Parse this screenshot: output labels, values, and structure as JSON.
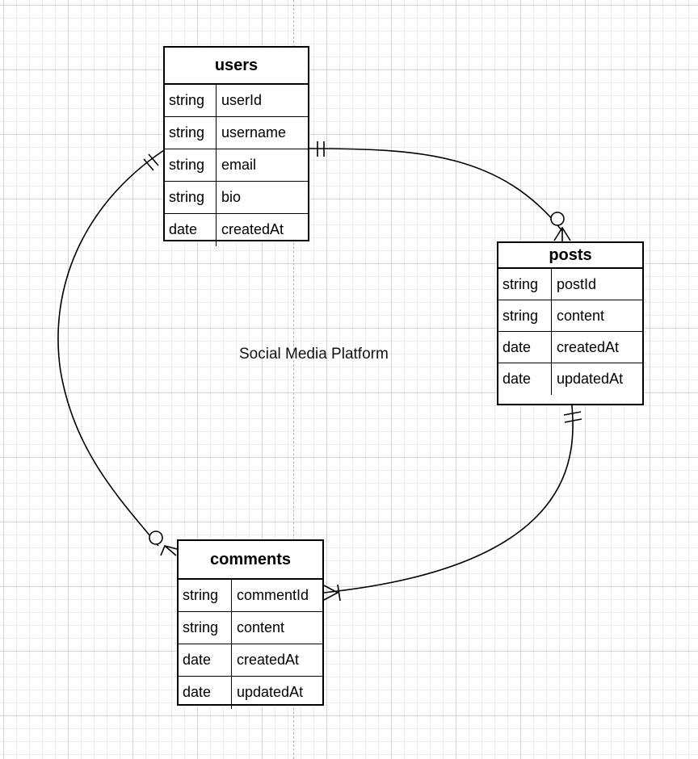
{
  "diagram": {
    "title": "Social Media Platform"
  },
  "entities": {
    "users": {
      "name": "users",
      "fields": [
        {
          "type": "string",
          "name": "userId"
        },
        {
          "type": "string",
          "name": "username"
        },
        {
          "type": "string",
          "name": "email"
        },
        {
          "type": "string",
          "name": "bio"
        },
        {
          "type": "date",
          "name": "createdAt"
        }
      ]
    },
    "posts": {
      "name": "posts",
      "fields": [
        {
          "type": "string",
          "name": "postId"
        },
        {
          "type": "string",
          "name": "content"
        },
        {
          "type": "date",
          "name": "createdAt"
        },
        {
          "type": "date",
          "name": "updatedAt"
        }
      ]
    },
    "comments": {
      "name": "comments",
      "fields": [
        {
          "type": "string",
          "name": "commentId"
        },
        {
          "type": "string",
          "name": "content"
        },
        {
          "type": "date",
          "name": "createdAt"
        },
        {
          "type": "date",
          "name": "updatedAt"
        }
      ]
    }
  },
  "relationships": [
    {
      "from": "users",
      "to": "posts",
      "from_cardinality": "one-and-only-one",
      "to_cardinality": "zero-or-many"
    },
    {
      "from": "users",
      "to": "comments",
      "from_cardinality": "one-and-only-one",
      "to_cardinality": "zero-or-many"
    },
    {
      "from": "posts",
      "to": "comments",
      "from_cardinality": "one-and-only-one",
      "to_cardinality": "one-or-many"
    }
  ],
  "colors": {
    "line": "#000000",
    "background": "#ffffff",
    "grid": "#d6d6d6",
    "guide": "#b4b4b4"
  }
}
